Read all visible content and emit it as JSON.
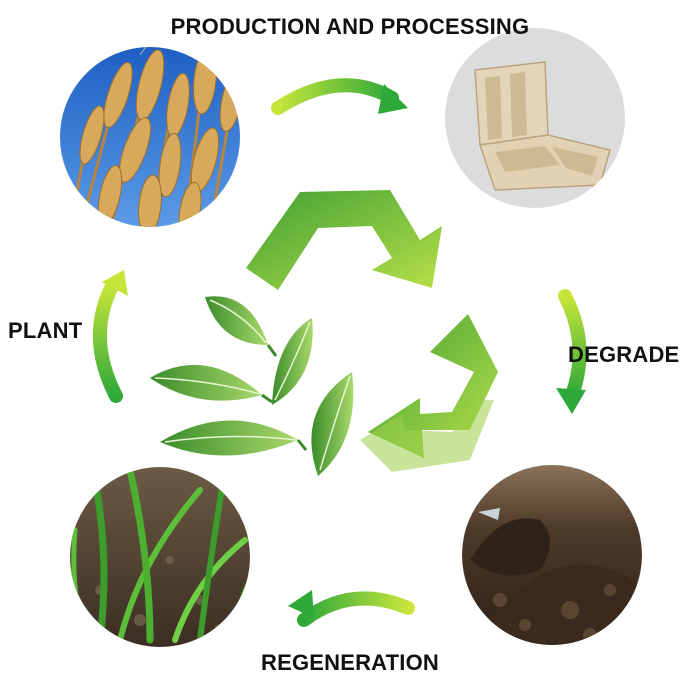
{
  "labels": {
    "top": "PRODUCTION AND PROCESSING",
    "left": "PLANT",
    "right": "DEGRADE",
    "bottom": "REGENERATION"
  },
  "colors": {
    "arrow_light": "#c6e53a",
    "arrow_dark": "#2fa83a",
    "leaf_light": "#a9d86a",
    "leaf_dark": "#3a8c2a",
    "sky": "#2d6fd1",
    "wheat": "#c9954a",
    "container": "#d8c8a8",
    "soil": "#4a3626",
    "sprout": "#4caf2f"
  },
  "icons": [
    "wheat-field-image",
    "food-container-image",
    "sprout-image",
    "soil-image",
    "recycle-arrows-icon",
    "leaves-icon"
  ]
}
